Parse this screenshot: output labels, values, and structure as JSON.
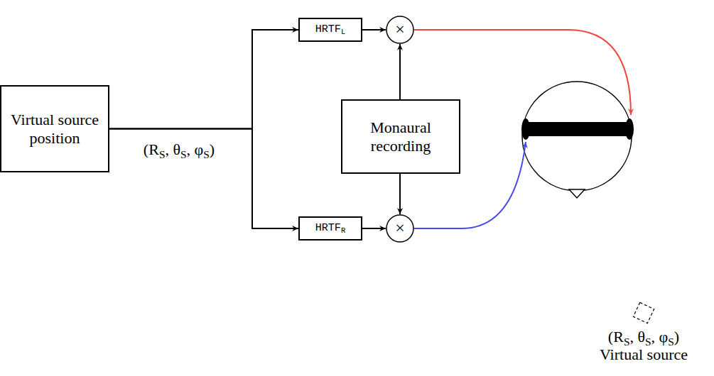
{
  "diagram": {
    "nodes": [
      {
        "text": [
          "Virtual source position"
        ]
      },
      {
        "text": [
          "HRTFL"
        ]
      },
      {
        "text": [
          "×"
        ]
      },
      {
        "text": [
          "Monaural recording"
        ]
      },
      {
        "text": [
          "HRTFR"
        ]
      },
      {
        "text": [
          "×"
        ]
      }
    ],
    "edges": [
      {
        "from": 0,
        "to": 1,
        "arrow": "to"
      },
      {
        "from": 0,
        "to": 4,
        "arrow": "to"
      },
      {
        "from": 1,
        "to": 2,
        "arrow": "to"
      },
      {
        "from": 4,
        "to": 5,
        "arrow": "to"
      },
      {
        "from": 3,
        "to": 2,
        "arrow": "to"
      },
      {
        "from": 3,
        "to": 5,
        "arrow": "to"
      }
    ],
    "labels": [
      "(RS, θS, φS)",
      "(RS, θS, φS)",
      "Virtual source"
    ]
  }
}
